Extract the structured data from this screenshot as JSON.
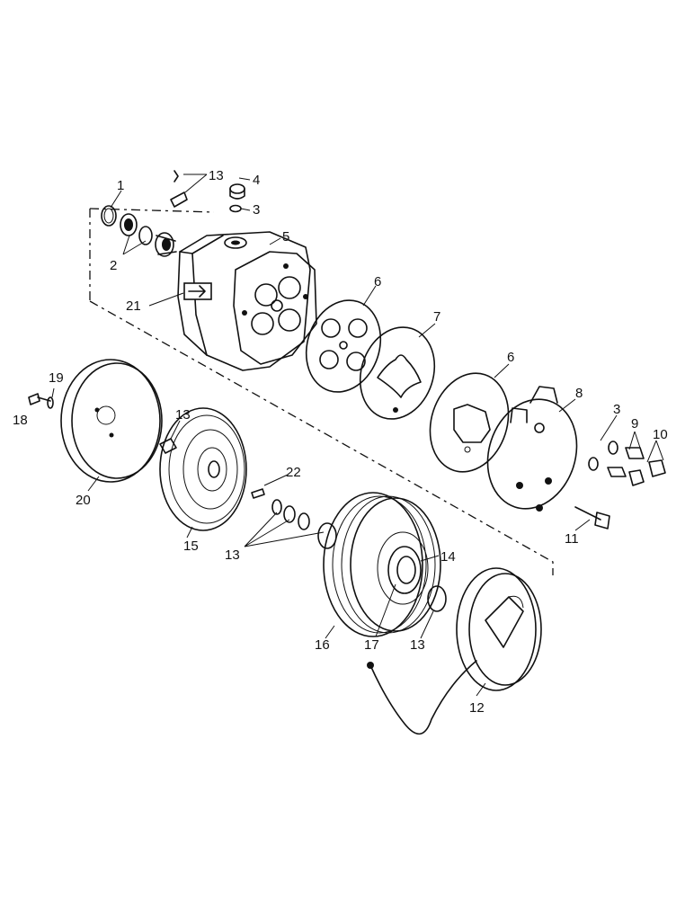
{
  "diagram": {
    "callouts": {
      "c1": "1",
      "c2": "2",
      "c3a": "3",
      "c3b": "3",
      "c4": "4",
      "c5": "5",
      "c6a": "6",
      "c6b": "6",
      "c7": "7",
      "c8": "8",
      "c9": "9",
      "c10": "10",
      "c11": "11",
      "c12": "12",
      "c13a": "13",
      "c13b": "13",
      "c13c": "13",
      "c13d": "13",
      "c14": "14",
      "c15": "15",
      "c16": "16",
      "c17": "17",
      "c18": "18",
      "c19": "19",
      "c20": "20",
      "c21": "21",
      "c22": "22"
    }
  }
}
